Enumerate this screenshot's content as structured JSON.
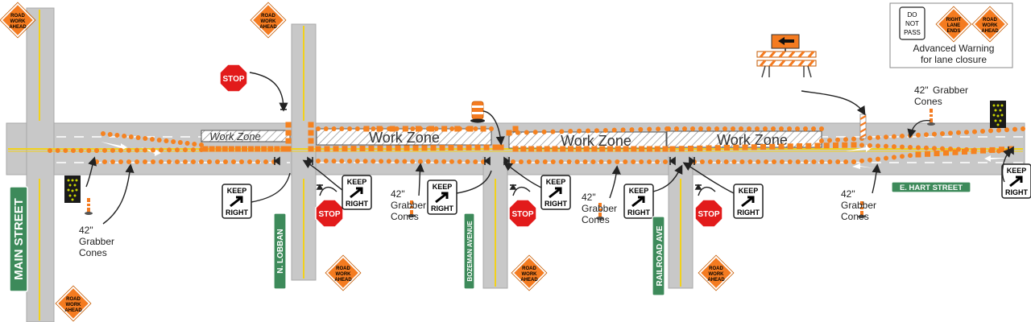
{
  "signs": {
    "road_work_ahead": [
      "ROAD",
      "WORK",
      "AHEAD"
    ],
    "stop": "STOP",
    "keep_right": [
      "KEEP",
      "RIGHT"
    ],
    "do_not_pass": [
      "DO",
      "NOT",
      "PASS"
    ],
    "right_lane_ends": [
      "RIGHT",
      "LANE",
      "ENDS"
    ]
  },
  "streets": {
    "main": "MAIN STREET",
    "lobban": "N. LOBBAN",
    "bozeman": "BOZEMAN AVENUE",
    "railroad": "RAILROAD AVE",
    "hart": "E. HART STREET"
  },
  "work_zone": "Work Zone",
  "grabber_cones": [
    "42\"",
    "Grabber",
    "Cones"
  ],
  "legend": {
    "title_line1": "Advanced Warning",
    "title_line2": "for lane closure"
  },
  "colors": {
    "road": "#c8c8c8",
    "cone": "#f58220",
    "stop": "#e21b1b",
    "street_sign": "#3d8a5a",
    "yellow_line": "#f2d11b",
    "arrow_board": "#1a1a1a",
    "arrow_light": "#c9d400"
  }
}
